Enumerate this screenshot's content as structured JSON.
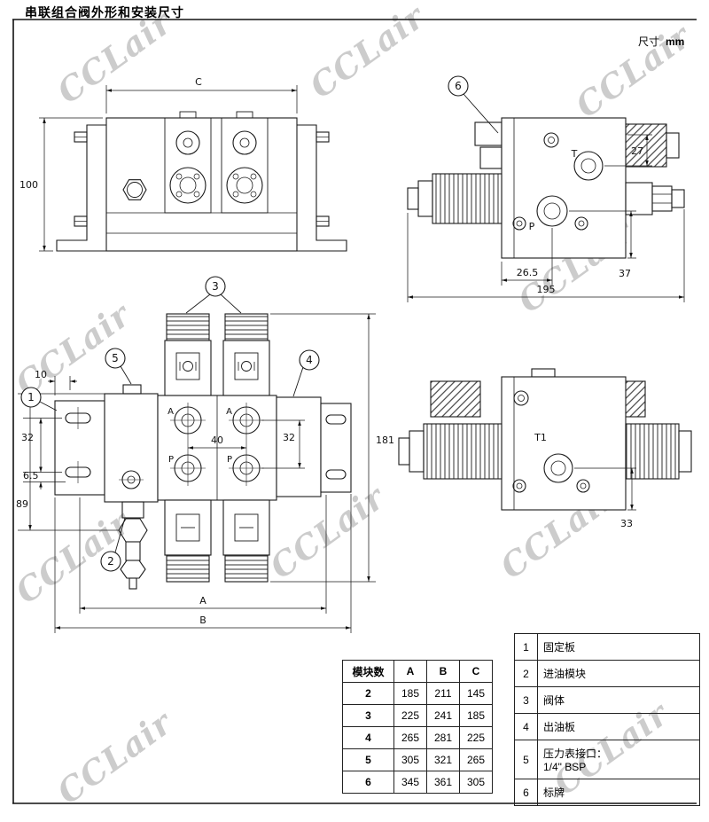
{
  "page": {
    "title": "串联组合阀外形和安装尺寸",
    "unit_label": "尺寸",
    "unit_value": "mm"
  },
  "watermark": {
    "text": "CCLair"
  },
  "views": {
    "front": {
      "dim_c": "C",
      "dim_height": "100"
    },
    "side_top": {
      "callout_6": "6",
      "port_t": "T",
      "port_p": "P",
      "dim_27": "27",
      "dim_26_5": "26.5",
      "dim_195": "195",
      "dim_37": "37"
    },
    "plan": {
      "callout_1": "1",
      "callout_2": "2",
      "callout_3": "3",
      "callout_4": "4",
      "callout_5": "5",
      "port_a1": "A",
      "port_a2": "A",
      "port_p1": "P",
      "port_p2": "P",
      "dim_10": "10",
      "dim_32_left": "32",
      "dim_6_5": "6.5",
      "dim_89": "89",
      "dim_40": "40",
      "dim_32_right": "32",
      "dim_181": "181",
      "dim_a": "A",
      "dim_b": "B"
    },
    "side_bottom": {
      "port_t1": "T1",
      "dim_33": "33"
    }
  },
  "size_table": {
    "headers": [
      "模块数",
      "A",
      "B",
      "C"
    ],
    "rows": [
      [
        "2",
        "185",
        "211",
        "145"
      ],
      [
        "3",
        "225",
        "241",
        "185"
      ],
      [
        "4",
        "265",
        "281",
        "225"
      ],
      [
        "5",
        "305",
        "321",
        "265"
      ],
      [
        "6",
        "345",
        "361",
        "305"
      ]
    ]
  },
  "legend": {
    "rows": [
      {
        "no": "1",
        "label": "固定板"
      },
      {
        "no": "2",
        "label": "进油模块"
      },
      {
        "no": "3",
        "label": "阀体"
      },
      {
        "no": "4",
        "label": "出油板"
      },
      {
        "no": "5",
        "label": "压力表接口：",
        "label2": "1/4\" BSP"
      },
      {
        "no": "6",
        "label": "标牌"
      }
    ]
  }
}
